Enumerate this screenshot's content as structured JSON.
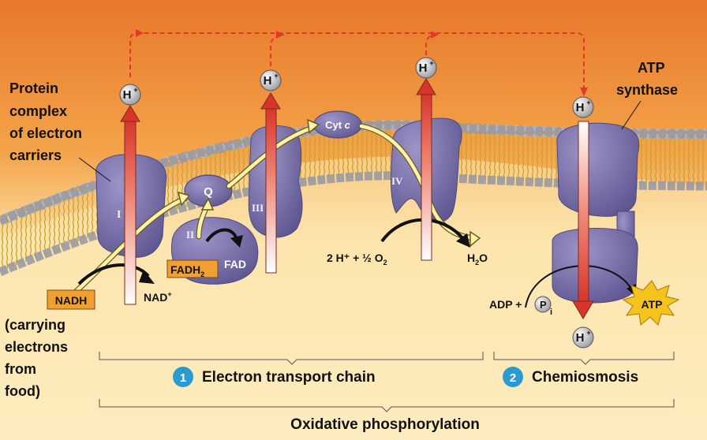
{
  "labels": {
    "protein_complex": [
      "Protein",
      "complex",
      "of electron",
      "carriers"
    ],
    "atp_synthase": [
      "ATP",
      "synthase"
    ],
    "carrying": [
      "(carrying",
      "electrons",
      "from",
      "food)"
    ]
  },
  "complexes": {
    "i": "I",
    "ii": "II",
    "iii": "III",
    "iv": "IV"
  },
  "carriers": {
    "q": "Q",
    "cyt": "Cyt",
    "cyt_c": "c"
  },
  "molecules": {
    "nadh": "NADH",
    "nad_base": "NAD",
    "nad_sup": "+",
    "fadh_base": "FADH",
    "fadh_sub": "2",
    "fad": "FAD",
    "o2_part": "2 H⁺ + ½ O",
    "o2_sub": "2",
    "h2o_h": "H",
    "h2o_sub": "2",
    "h2o_o": "O",
    "adp": "ADP +",
    "pi_p": "P",
    "pi_sub": "i",
    "atp": "ATP"
  },
  "ions": {
    "h": "H",
    "plus": "+"
  },
  "steps": [
    {
      "number": "1",
      "label": "Electron transport chain"
    },
    {
      "number": "2",
      "label": "Chemiosmosis"
    }
  ],
  "footer": "Oxidative phosphorylation",
  "colors": {
    "intermembrane_top": "#f08a2a",
    "matrix": "#fbe8a8",
    "protein": "#7a70a8",
    "head_pink": "#b9b9bd",
    "arrow_red": "#d8352a",
    "badge_blue": "#2a9bd0",
    "tag_orange": "#f0a030",
    "atp_star": "#f6c21c"
  }
}
